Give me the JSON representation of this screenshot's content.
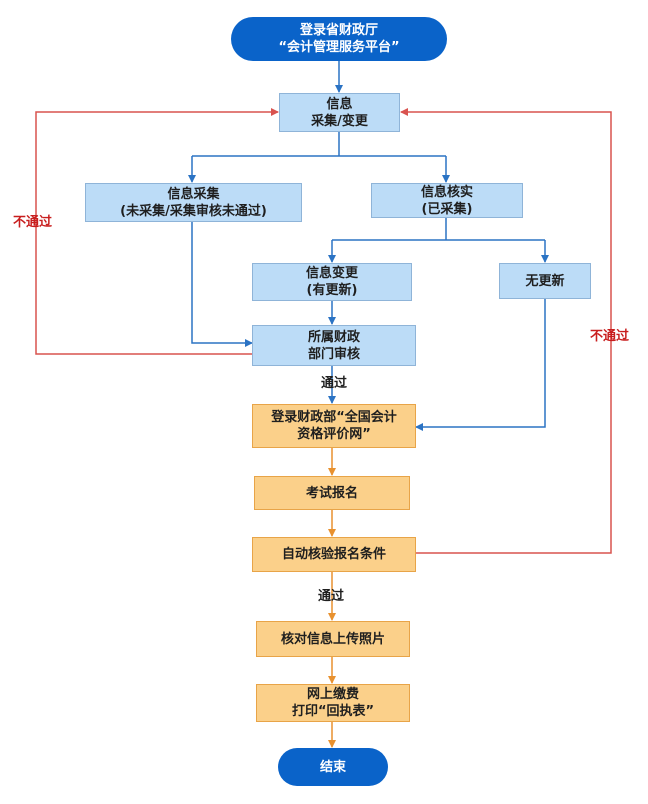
{
  "diagram": {
    "nodes": {
      "start": {
        "lines": [
          "登录省财政厅",
          "“会计管理服务平台”"
        ]
      },
      "info_collect_change": {
        "lines": [
          "信息",
          "采集/变更"
        ]
      },
      "info_collect": {
        "lines": [
          "信息采集",
          "(未采集/采集审核未通过)"
        ]
      },
      "info_verify": {
        "lines": [
          "信息核实",
          "(已采集)"
        ]
      },
      "info_change": {
        "lines": [
          "信息变更",
          "(有更新)"
        ]
      },
      "no_update": {
        "lines": [
          "无更新"
        ]
      },
      "finance_review": {
        "lines": [
          "所属财政",
          "部门审核"
        ]
      },
      "login_national": {
        "lines": [
          "登录财政部“全国会计",
          "资格评价网”"
        ]
      },
      "exam_register": {
        "lines": [
          "考试报名"
        ]
      },
      "auto_check": {
        "lines": [
          "自动核验报名条件"
        ]
      },
      "verify_photo": {
        "lines": [
          "核对信息上传照片"
        ]
      },
      "pay_print": {
        "lines": [
          "网上缴费",
          "打印“回执表”"
        ]
      },
      "end": {
        "lines": [
          "结束"
        ]
      }
    },
    "edge_labels": {
      "fail_left": "不通过",
      "fail_right": "不通过",
      "pass_review": "通过",
      "pass_check": "通过"
    },
    "colors": {
      "pill": "#0a63c9",
      "blue_box": "#bcdcf7",
      "orange_box": "#fbd08a",
      "blue_line": "#2b73c4",
      "orange_line": "#e8912f",
      "red_line": "#d9534f"
    }
  }
}
